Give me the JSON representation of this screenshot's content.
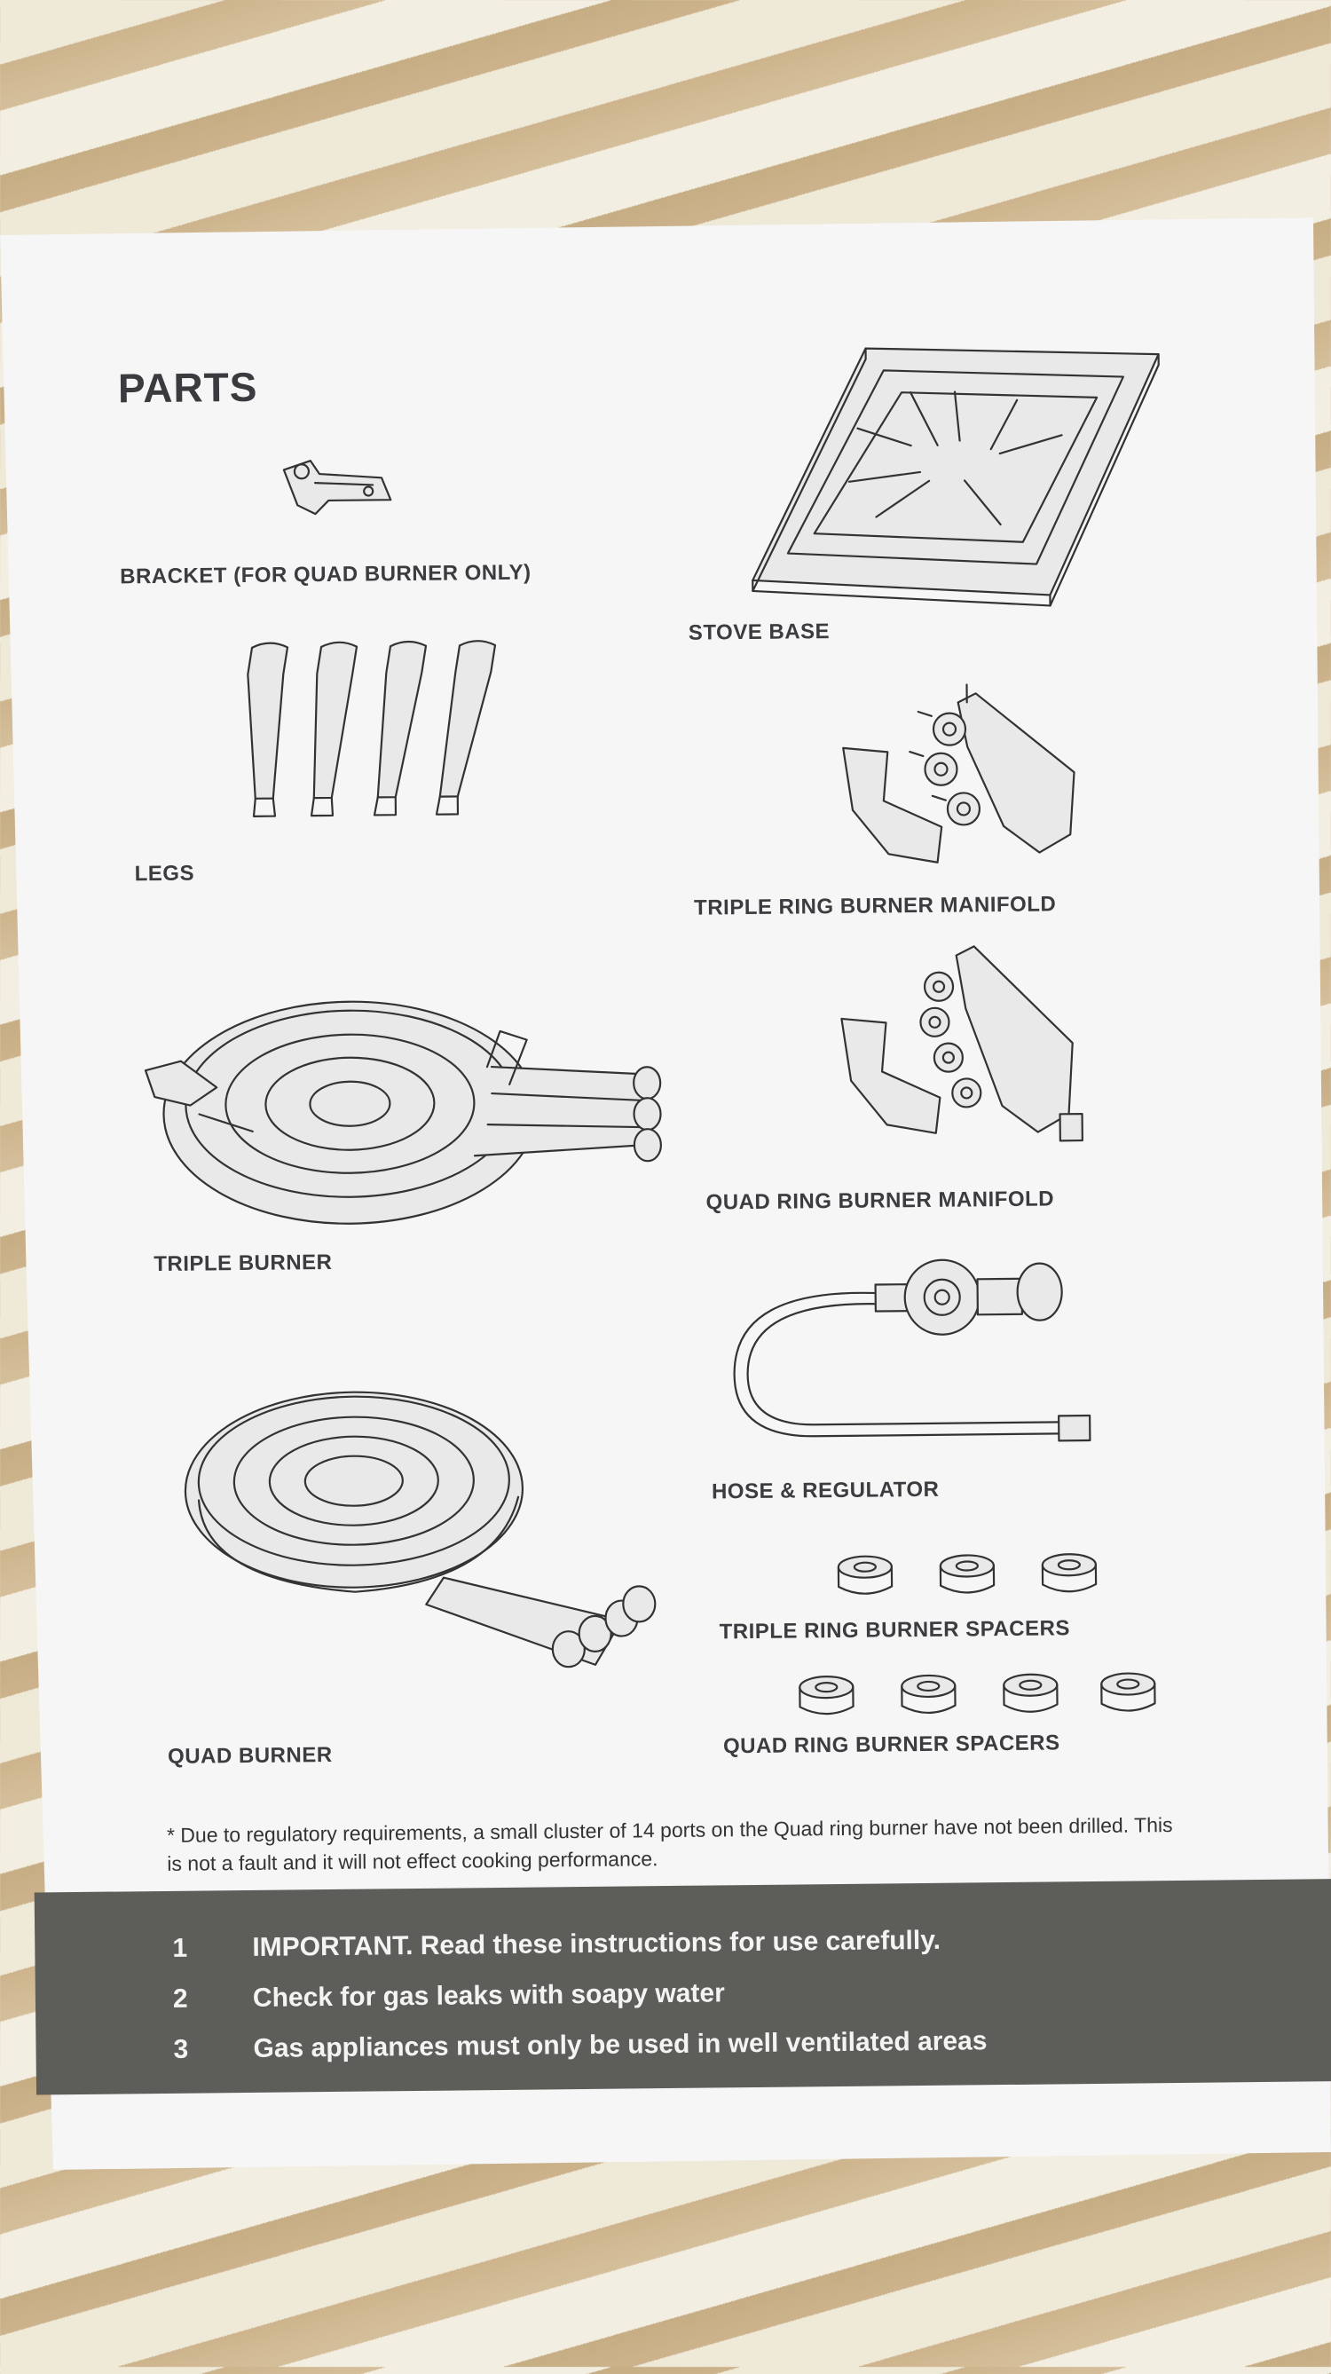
{
  "page": {
    "title": "PARTS"
  },
  "parts": {
    "bracket": "BRACKET (FOR QUAD BURNER ONLY)",
    "stove_base": "STOVE BASE",
    "legs": "LEGS",
    "triple_manifold": "TRIPLE RING BURNER MANIFOLD",
    "quad_manifold": "QUAD RING BURNER MANIFOLD",
    "triple_burner": "TRIPLE BURNER",
    "hose_regulator": "HOSE & REGULATOR",
    "triple_spacers": "TRIPLE RING BURNER SPACERS",
    "quad_burner": "QUAD BURNER",
    "quad_spacers": "QUAD RING BURNER SPACERS"
  },
  "footnote": "* Due to regulatory requirements, a small cluster of 14 ports on the Quad ring burner have not been drilled. This is not a fault and it will not effect cooking performance.",
  "warnings": [
    {
      "num": "1",
      "text": "IMPORTANT. Read these instructions for use carefully."
    },
    {
      "num": "2",
      "text": "Check for gas leaks with soapy water"
    },
    {
      "num": "3",
      "text": "Gas appliances must only be used in well ventilated areas"
    }
  ]
}
